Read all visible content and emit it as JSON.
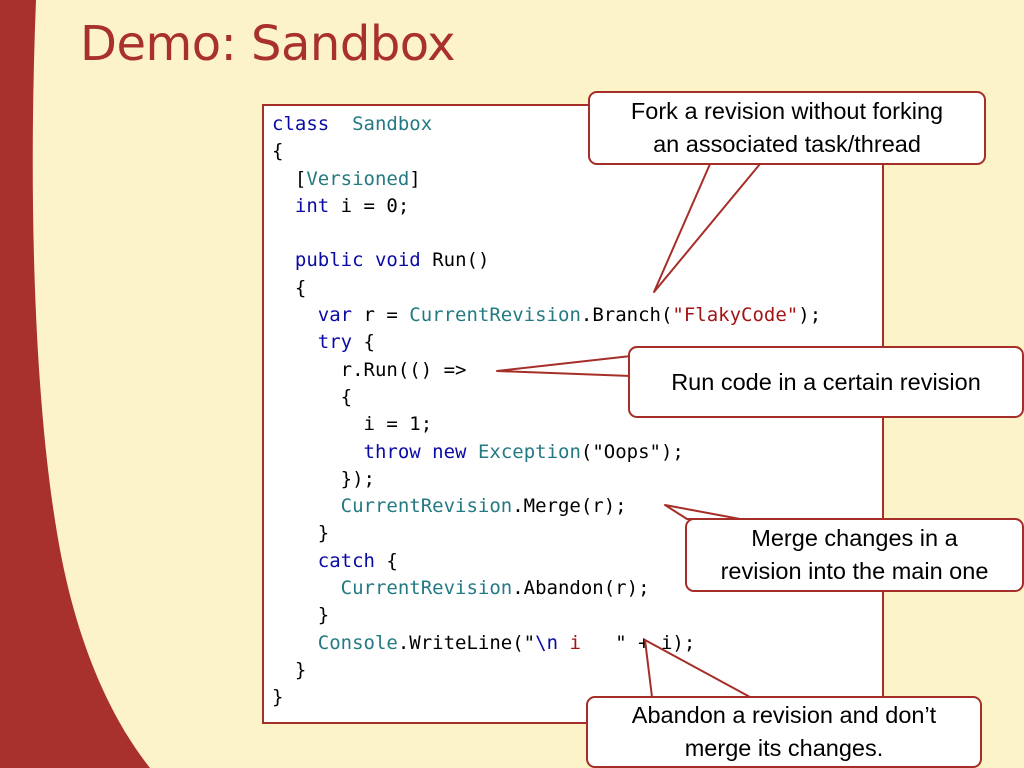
{
  "slide": {
    "title": "Demo: Sandbox"
  },
  "code": {
    "lines": [
      [
        [
          "kw",
          "class"
        ],
        [
          "",
          "  "
        ],
        [
          "ty",
          "Sandbox"
        ]
      ],
      [
        [
          "",
          "{"
        ]
      ],
      [
        [
          "",
          "  ["
        ],
        [
          "ty",
          "Versioned"
        ],
        [
          "",
          "]"
        ]
      ],
      [
        [
          "",
          "  "
        ],
        [
          "kw",
          "int"
        ],
        [
          "",
          " i = 0;"
        ]
      ],
      [
        [
          "",
          ""
        ]
      ],
      [
        [
          "",
          "  "
        ],
        [
          "kw",
          "public"
        ],
        [
          "",
          " "
        ],
        [
          "kw",
          "void"
        ],
        [
          "",
          " Run()"
        ]
      ],
      [
        [
          "",
          "  {"
        ]
      ],
      [
        [
          "",
          "    "
        ],
        [
          "kw",
          "var"
        ],
        [
          "",
          " r = "
        ],
        [
          "ty",
          "CurrentRevision"
        ],
        [
          "",
          ".Branch("
        ],
        [
          "st",
          "\"FlakyCode\""
        ],
        [
          "",
          ");"
        ]
      ],
      [
        [
          "",
          "    "
        ],
        [
          "kw",
          "try"
        ],
        [
          "",
          " {"
        ]
      ],
      [
        [
          "",
          "      r.Run(() =>"
        ]
      ],
      [
        [
          "",
          "      {"
        ]
      ],
      [
        [
          "",
          "        i = 1;"
        ]
      ],
      [
        [
          "",
          "        "
        ],
        [
          "kw",
          "throw"
        ],
        [
          "",
          " "
        ],
        [
          "kw",
          "new"
        ],
        [
          "",
          " "
        ],
        [
          "ty",
          "Exception"
        ],
        [
          "",
          "(\"Oops\");"
        ]
      ],
      [
        [
          "",
          "      });"
        ]
      ],
      [
        [
          "",
          "      "
        ],
        [
          "ty",
          "CurrentRevision"
        ],
        [
          "",
          ".Merge(r);"
        ]
      ],
      [
        [
          "",
          "    }"
        ]
      ],
      [
        [
          "",
          "    "
        ],
        [
          "kw",
          "catch"
        ],
        [
          "",
          " {"
        ]
      ],
      [
        [
          "",
          "      "
        ],
        [
          "ty",
          "CurrentRevision"
        ],
        [
          "",
          ".Abandon(r);"
        ]
      ],
      [
        [
          "",
          "    }"
        ]
      ],
      [
        [
          "",
          "    "
        ],
        [
          "ty",
          "Console"
        ],
        [
          "",
          ".WriteLine(\""
        ],
        [
          "kw",
          "\\n"
        ],
        [
          "st",
          " i "
        ],
        [
          "",
          "  \" + i);"
        ]
      ],
      [
        [
          "",
          "  }"
        ]
      ],
      [
        [
          "",
          "}"
        ]
      ]
    ]
  },
  "callouts": {
    "fork": "Fork a revision without forking\nan associated task/thread",
    "run": "Run code in a certain revision",
    "merge": "Merge changes in a\nrevision into the main one",
    "abandon": "Abandon a revision and don’t\nmerge its changes."
  },
  "colors": {
    "background": "#fdf3c8",
    "accent_red": "#a8312b",
    "keyword": "#0a0aa6",
    "type": "#247a82",
    "string": "#a31515"
  }
}
